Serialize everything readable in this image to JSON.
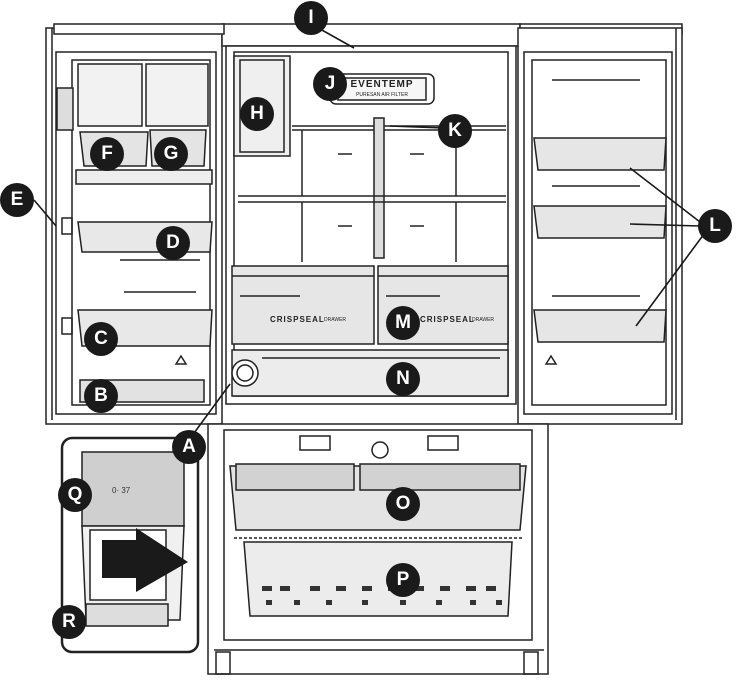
{
  "callouts": {
    "A": "A",
    "B": "B",
    "C": "C",
    "D": "D",
    "E": "E",
    "F": "F",
    "G": "G",
    "H": "H",
    "I": "I",
    "J": "J",
    "K": "K",
    "L": "L",
    "M": "M",
    "N": "N",
    "O": "O",
    "P": "P",
    "Q": "Q",
    "R": "R"
  },
  "labels": {
    "filter_brand": "EVENTEMP",
    "filter_sub": "PURESAN AIR FILTER",
    "drawer_left_brand": "CRISPSEAL",
    "drawer_left_sub": "DRAWER",
    "drawer_right_brand": "CRISPSEAL",
    "drawer_right_sub": "DRAWER",
    "dispenser_display": "0·  37"
  }
}
